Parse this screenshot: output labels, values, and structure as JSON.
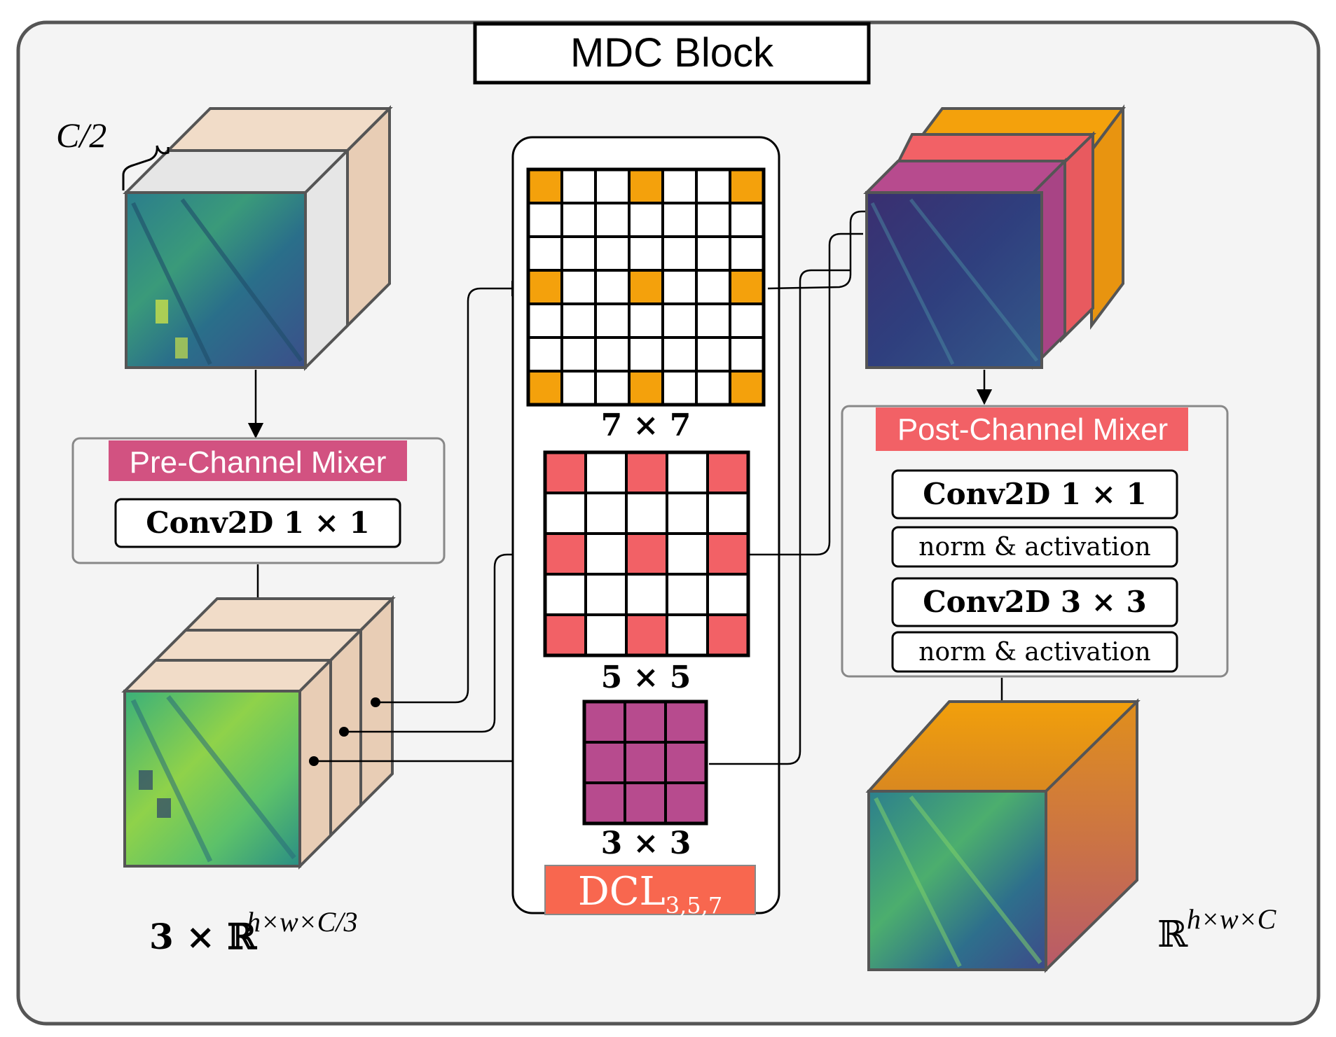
{
  "title": "MDC Block",
  "colors": {
    "panel_bg": "#f4f4f4",
    "panel_border": "#555555",
    "beige": "#f1dcc8",
    "beige_side": "#e8cdb5",
    "light_gray": "#e6e6e6",
    "orange": "#f4a10c",
    "coral": "#f26166",
    "magenta": "#b74b8e",
    "pre_mixer_label": "#d25281",
    "post_mixer_label": "#f26166",
    "dcl_label": "#f8674f"
  },
  "input_cube": {
    "channel_annotation": "C/2"
  },
  "pre_mixer": {
    "label": "Pre-Channel Mixer",
    "conv": "Conv2D 1 × 1"
  },
  "split_cube": {
    "shape_prefix": "3 × ℝ",
    "shape_exp": "h×w×C/3"
  },
  "dcl": {
    "label_main": "DCL",
    "label_sub": "3,5,7",
    "kernels": [
      {
        "caption": "7 × 7",
        "size": 7,
        "color": "orange"
      },
      {
        "caption": "5 × 5",
        "size": 5,
        "color": "coral"
      },
      {
        "caption": "3 × 3",
        "size": 3,
        "color": "magenta"
      }
    ]
  },
  "post_mixer": {
    "label": "Post-Channel Mixer",
    "rows": [
      "Conv2D 1 × 1",
      "norm & activation",
      "Conv2D 3 × 3",
      "norm & activation"
    ]
  },
  "output_cube": {
    "shape_prefix": "ℝ",
    "shape_exp": "h×w×C"
  }
}
